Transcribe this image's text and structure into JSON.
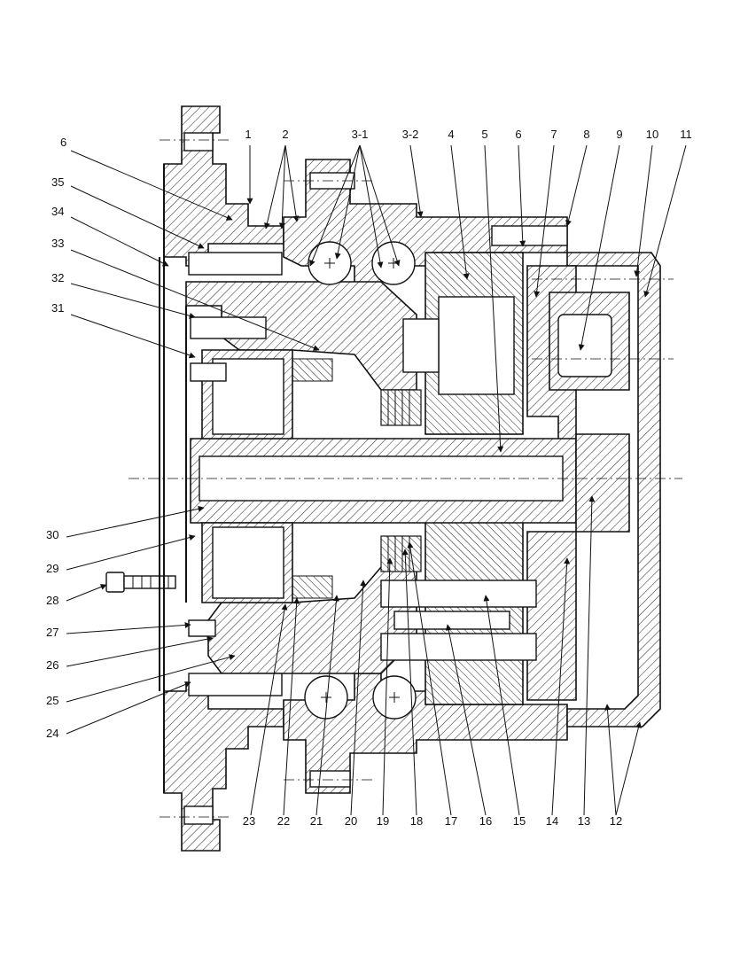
{
  "drawing": {
    "callouts_top": [
      "6",
      "1",
      "2",
      "3-1",
      "3-2",
      "4",
      "5",
      "6",
      "7",
      "8",
      "9",
      "10",
      "11"
    ],
    "callouts_left": [
      "35",
      "34",
      "33",
      "32",
      "31",
      "30",
      "29",
      "28",
      "27",
      "26",
      "25",
      "24"
    ],
    "callouts_bottom": [
      "23",
      "22",
      "21",
      "20",
      "19",
      "18",
      "17",
      "16",
      "15",
      "14",
      "13",
      "12"
    ]
  }
}
